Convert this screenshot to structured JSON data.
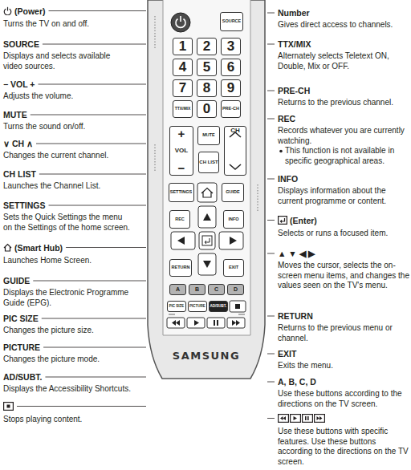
{
  "diagram": {
    "nodes": [
      {
        "text": [
          "SAMSUNG"
        ]
      },
      {
        "text": [
          "SOURCE"
        ],
        "in": 0
      },
      {
        "text": [
          "1"
        ],
        "in": 0
      },
      {
        "text": [
          "2"
        ],
        "in": 0
      },
      {
        "text": [
          "3"
        ],
        "in": 0
      },
      {
        "text": [
          "4"
        ],
        "in": 0
      },
      {
        "text": [
          "5"
        ],
        "in": 0
      },
      {
        "text": [
          "6"
        ],
        "in": 0
      },
      {
        "text": [
          "7"
        ],
        "in": 0
      },
      {
        "text": [
          "8"
        ],
        "in": 0
      },
      {
        "text": [
          "9"
        ],
        "in": 0
      },
      {
        "text": [
          "TTX/MIX"
        ],
        "in": 0
      },
      {
        "text": [
          "0"
        ],
        "in": 0
      },
      {
        "text": [
          "PRE-CH"
        ],
        "in": 0
      },
      {
        "text": [
          "+",
          "VOL",
          "−"
        ],
        "in": 0
      },
      {
        "text": [
          "MUTE"
        ],
        "in": 0
      },
      {
        "text": [
          "CH LIST"
        ],
        "in": 0
      },
      {
        "text": [
          "CH"
        ],
        "in": 0
      },
      {
        "text": [
          "SETTINGS"
        ],
        "in": 0
      },
      {
        "text": [
          "GUIDE"
        ],
        "in": 0
      },
      {
        "text": [
          "REC"
        ],
        "in": 0
      },
      {
        "text": [
          "INFO"
        ],
        "in": 0
      },
      {
        "text": [
          "RETURN"
        ],
        "in": 0
      },
      {
        "text": [
          "EXIT"
        ],
        "in": 0
      },
      {
        "text": [
          "A"
        ],
        "in": 0
      },
      {
        "text": [
          "B"
        ],
        "in": 0
      },
      {
        "text": [
          "C"
        ],
        "in": 0
      },
      {
        "text": [
          "D"
        ],
        "in": 0
      },
      {
        "text": [
          "PIC SIZE"
        ],
        "in": 0
      },
      {
        "text": [
          "PICTURE"
        ],
        "in": 0
      },
      {
        "text": [
          "AD/SUBT."
        ],
        "in": 0
      }
    ],
    "labels": [
      "(Power)",
      "Turns the TV on and off.",
      "SOURCE",
      "Displays and selects available video sources.",
      "− VOL +",
      "Adjusts the volume.",
      "MUTE",
      "Turns the sound on/off.",
      "∨ CH ∧",
      "Changes the current channel.",
      "CH LIST",
      "Launches the Channel List.",
      "SETTINGS",
      "Sets the Quick Settings the menu on the Settings of the home screen.",
      "(Smart Hub)",
      "Launches Home Screen.",
      "GUIDE",
      "Displays the Electronic Programme Guide (EPG).",
      "PIC SIZE",
      "Changes the picture size.",
      "PICTURE",
      "Changes the picture mode.",
      "AD/SUBT.",
      "Displays the Accessibility Shortcuts.",
      "Stops playing content.",
      "Number",
      "Gives direct access to channels.",
      "TTX/MIX",
      "Alternately selects Teletext ON, Double, Mix or OFF.",
      "PRE-CH",
      "Returns to the previous channel.",
      "REC",
      "Records whatever you are currently watching.",
      "This function is not available in specific geographical areas.",
      "INFO",
      "Displays information about the current programme or content.",
      "(Enter)",
      "Selects or runs a focused item.",
      "▲ ▼ ◀ ▶",
      "Moves the cursor, selects the on-screen menu items, and changes the values seen on the TV's menu.",
      "RETURN",
      "Returns to the previous menu or channel.",
      "EXIT",
      "Exits the menu.",
      "A, B, C, D",
      "Use these buttons according to the directions on the TV screen.",
      "Use these buttons with specific features. Use these buttons according to the directions on the TV screen."
    ]
  }
}
